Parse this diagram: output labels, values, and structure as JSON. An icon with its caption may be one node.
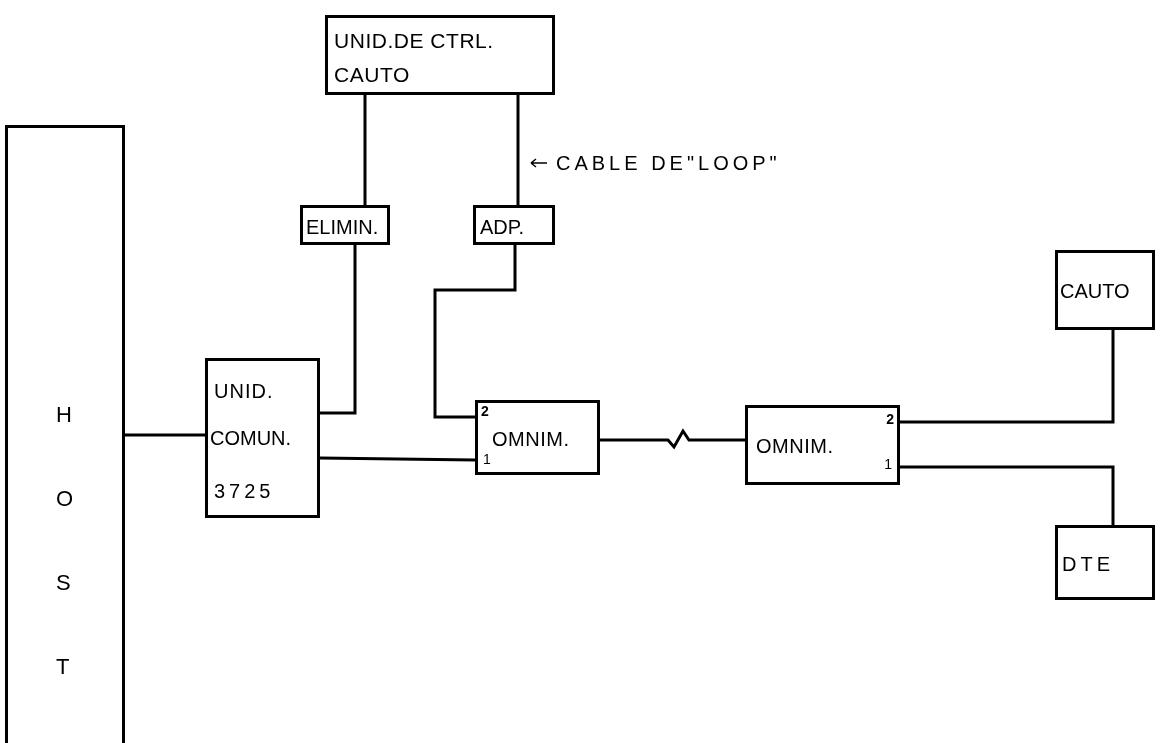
{
  "diagram": {
    "nodes": [
      {
        "text": [
          "HOST"
        ]
      },
      {
        "text": [
          "UNID.DE CTRL. CAUTO"
        ]
      },
      {
        "text": [
          "ELIMIN."
        ]
      },
      {
        "text": [
          "ADP."
        ]
      },
      {
        "text": [
          "UNID.",
          "COMUN.",
          "3725"
        ]
      },
      {
        "text": [
          "OMNIM.",
          "2",
          "1"
        ]
      },
      {
        "text": [
          "OMNIM.",
          "2",
          "1"
        ]
      },
      {
        "text": [
          "CAUTO"
        ]
      },
      {
        "text": [
          "DTE"
        ]
      }
    ],
    "edges": [
      {
        "from": 0,
        "to": 4,
        "arrow": "none"
      },
      {
        "from": 1,
        "to": 2,
        "arrow": "none"
      },
      {
        "from": 2,
        "to": 4,
        "arrow": "none"
      },
      {
        "from": 1,
        "to": 3,
        "arrow": "none",
        "label": "CABLE DE\"LOOP\""
      },
      {
        "from": 3,
        "to": 5,
        "arrow": "none"
      },
      {
        "from": 4,
        "to": 5,
        "arrow": "none"
      },
      {
        "from": 5,
        "to": 6,
        "arrow": "none"
      },
      {
        "from": 6,
        "to": 7,
        "arrow": "none"
      },
      {
        "from": 6,
        "to": 8,
        "arrow": "none"
      }
    ]
  }
}
